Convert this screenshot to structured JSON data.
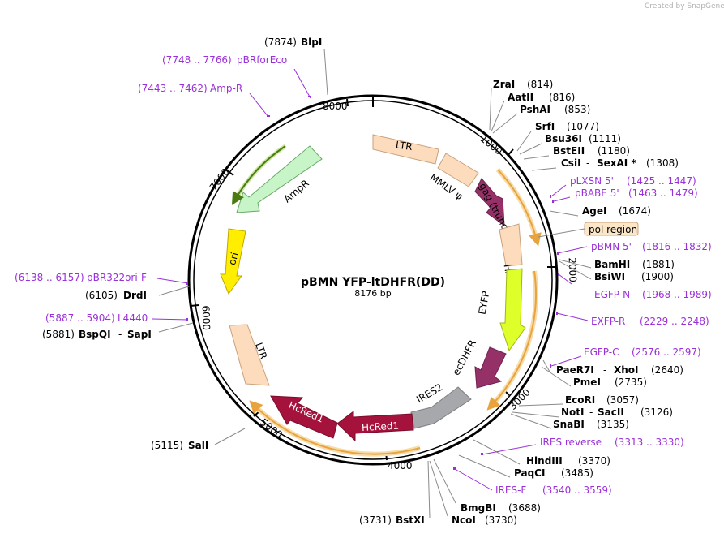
{
  "credit": "Created by SnapGene",
  "plasmid": {
    "name": "pBMN YFP-ltDHFR(DD)",
    "size": "8176 bp"
  },
  "ticks": [
    "1000",
    "2000",
    "3000",
    "4000",
    "5000",
    "6000",
    "7000",
    "8000"
  ],
  "features": [
    {
      "name": "LTR",
      "color": "#fcdcbc"
    },
    {
      "name": "MMLV ψ",
      "color": "#fcdcbc"
    },
    {
      "name": "gag (truncated)",
      "color": "#963168"
    },
    {
      "name": "HA",
      "color": "#fcdcbc"
    },
    {
      "name": "EYFP",
      "color": "#deff2a"
    },
    {
      "name": "ecDHFR",
      "color": "#963168"
    },
    {
      "name": "IRES2",
      "color": "#a6a8ab"
    },
    {
      "name": "HcRed1",
      "color": "#a5123c"
    },
    {
      "name": "HcRed1",
      "color": "#a5123c"
    },
    {
      "name": "LTR",
      "color": "#fcdcbc"
    },
    {
      "name": "ori",
      "color": "#ffee00"
    },
    {
      "name": "AmpR",
      "color": "#c8f5c8"
    }
  ],
  "region_label": "pol region",
  "sites": [
    {
      "name": "BlpI",
      "pos": "(7874)"
    },
    {
      "name": "ZraI",
      "pos": "(814)"
    },
    {
      "name": "AatII",
      "pos": "(816)"
    },
    {
      "name": "PshAI",
      "pos": "(853)"
    },
    {
      "name": "SrfI",
      "pos": "(1077)"
    },
    {
      "name": "Bsu36I",
      "pos": "(1111)"
    },
    {
      "name": "BstEII",
      "pos": "(1180)"
    },
    {
      "name": "CsiI",
      "name2": "SexAI *",
      "pos": "(1308)"
    },
    {
      "name": "AgeI",
      "pos": "(1674)"
    },
    {
      "name": "BamHI",
      "pos": "(1881)"
    },
    {
      "name": "BsiWI",
      "pos": "(1900)"
    },
    {
      "name": "PaeR7I",
      "name2": "XhoI",
      "pos": "(2640)"
    },
    {
      "name": "PmeI",
      "pos": "(2735)"
    },
    {
      "name": "EcoRI",
      "pos": "(3057)"
    },
    {
      "name": "NotI",
      "name2": "SacII",
      "pos": "(3126)"
    },
    {
      "name": "SnaBI",
      "pos": "(3135)"
    },
    {
      "name": "HindIII",
      "pos": "(3370)"
    },
    {
      "name": "PaqCI",
      "pos": "(3485)"
    },
    {
      "name": "BmgBI",
      "pos": "(3688)"
    },
    {
      "name": "NcoI",
      "pos": "(3730)"
    },
    {
      "name": "BstXI",
      "pos": "(3731)"
    },
    {
      "name": "SalI",
      "pos": "(5115)"
    },
    {
      "name": "BspQI",
      "name2": "SapI",
      "pos": "(5881)"
    },
    {
      "name": "DrdI",
      "pos": "(6105)"
    }
  ],
  "primers": [
    {
      "name": "pBRforEco",
      "range": "(7748 .. 7766)"
    },
    {
      "name": "Amp-R",
      "range": "(7443 .. 7462)"
    },
    {
      "name": "pLXSN 5'",
      "range": "(1425 .. 1447)"
    },
    {
      "name": "pBABE 5'",
      "range": "(1463 .. 1479)"
    },
    {
      "name": "pBMN 5'",
      "range": "(1816 .. 1832)"
    },
    {
      "name": "EGFP-N",
      "range": "(1968 .. 1989)"
    },
    {
      "name": "EXFP-R",
      "range": "(2229 .. 2248)"
    },
    {
      "name": "EGFP-C",
      "range": "(2576 .. 2597)"
    },
    {
      "name": "IRES reverse",
      "range": "(3313 .. 3330)"
    },
    {
      "name": "IRES-F",
      "range": "(3540 .. 3559)"
    },
    {
      "name": "pBR322ori-F",
      "range": "(6138 .. 6157)"
    },
    {
      "name": "L4440",
      "range": "(5887 .. 5904)"
    }
  ],
  "colors": {
    "primer": "#9b30d9",
    "backbone": "#000000",
    "region_orange": "#e8a33d",
    "region_green": "#5a8a1a"
  }
}
